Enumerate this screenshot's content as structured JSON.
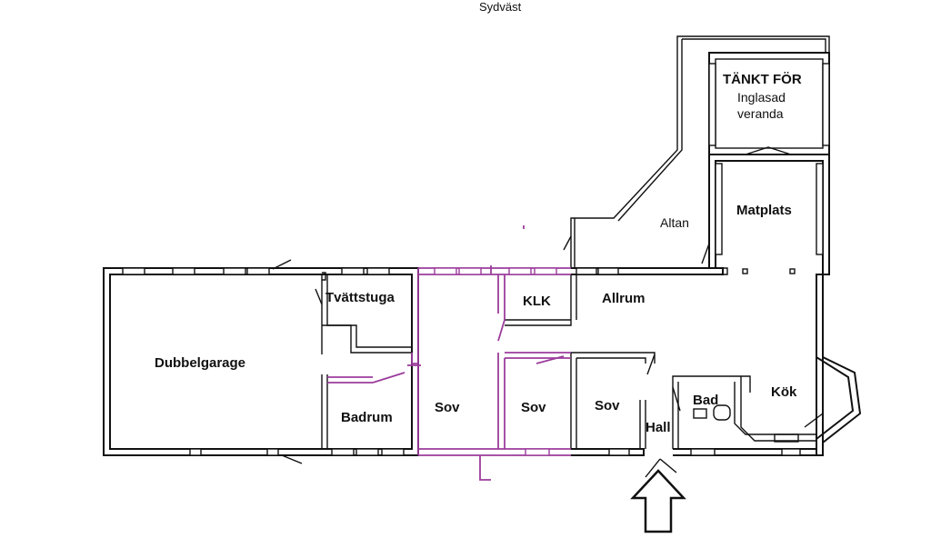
{
  "compass_label": "Sydväst",
  "rooms": {
    "dubbelgarage": "Dubbelgarage",
    "tvattstuga": "Tvättstuga",
    "badrum": "Badrum",
    "sov1": "Sov",
    "klk": "KLK",
    "sov2": "Sov",
    "allrum": "Allrum",
    "sov3": "Sov",
    "hall": "Hall",
    "bad": "Bad",
    "kok": "Kök",
    "matplats": "Matplats",
    "altan": "Altan",
    "veranda_title": "TÄNKT FÖR",
    "veranda_line1": "Inglasad",
    "veranda_line2": "veranda"
  },
  "colors": {
    "walls": "#111111",
    "new_walls": "#9b3c9b"
  },
  "entrance_icon": "arrow-up-icon"
}
